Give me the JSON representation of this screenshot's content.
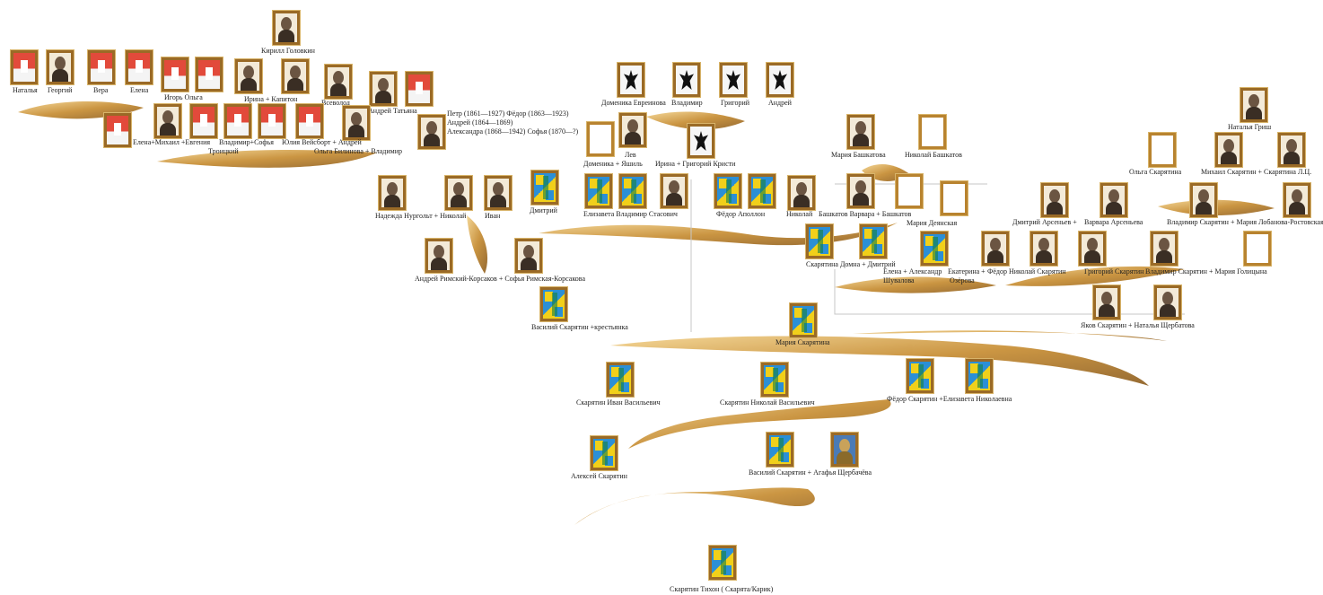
{
  "labels": {
    "kirill": "Кирилл  Головкин",
    "natalya_top": "Наталья",
    "georgy": "Георгий",
    "vera": "Вера",
    "elena_top": "Елена",
    "igor_olga": "Игорь  Ольга",
    "irina_kapiton": "Ирина + Капитон",
    "vsevolod": "Всеволод",
    "andrey_tatyana": "Андрей  Татьяна",
    "elena_mikhail": "Елена+Михаил +Евгения",
    "troitsky": "Троицкий",
    "vladimir_sofya": "Владимир+Софья",
    "yulia_andrey": "Юлия Вейсборт + Андрей",
    "olga_vladimir": "Ольга Билинова + Владимир",
    "children_note": [
      "Петр (1861—1927) Фёдор (1863—1923)",
      "Андрей (1864—1869)",
      "Александра (1868—1942) Софья (1870—?)"
    ],
    "dominika": "Доменика Евреинова",
    "vladimir_top2": "Владимир",
    "grigory_top2": "Григорий",
    "andrey_top2": "Андрей",
    "lev_yashil": "Лев",
    "dominika_yashil": "Доменика + Яшиль",
    "irina_grigory": "Ирина + Григорий  Кристи",
    "maria_bashkatova": "Мария Башкатова",
    "nikolay_bashkatov": "Николай Башкатов",
    "natalya_grish": "Наталья Гриш",
    "olga_skaryatina": "Ольга Скарятина",
    "mikhail_skaryatin": "Михаил Скарятин  +   Скарятина Л.Ц.",
    "nadezhda": "Надежда Нургольт + Николай",
    "ivan_top": "Иван",
    "dmitry_top": "Дмитрий",
    "elizaveta_vladimir": "Елизавета  Владимир Стасович",
    "fedor_apollon": "Фёдор    Аполлон",
    "nikolay_mid": "Николай",
    "bashkatov_varvara": "Башкатов  Варвара + Башкатов",
    "maria_deyanskaya": "Мария Деянская",
    "dmitry_arsenyev": "Дмитрий Арсеньев +",
    "varvara_arsenyeva": "Варвара Арсеньева",
    "vladimir_maria_lob": "Владимир Скарятин + Мария Лобанова-Ростовская",
    "andrey_rimsky": "Андрей Римский-Корсаков + Софья Римская-Корсакова",
    "skaryatina_domna": "Скарятина     Домна + Дмитрий",
    "elena_shuvalova": "Елена + Александр",
    "shuvalova": "Шувалова",
    "ekaterina_ozerova": "Екатерина +",
    "ozerova": "Озёрова",
    "fedor_nikolay": "Фёдор     Николай  Скарятин",
    "grigory_skaryatin": "Григорий Скарятин",
    "vladimir_golitsyna": "Владимир Скарятин +   Мария Голицына",
    "yakov_natalya": "Яков Скарятин + Наталья Щербатова",
    "vasily_krestyanka": "Василий Скарятин +крестьянка",
    "maria_skaryatina": "Мария Скарятина",
    "ivan_vasilievich": "Скарятин Иван Васильевич",
    "nikolay_vasilievich": "Скарятин Николай  Васильевич",
    "fedor_elizaveta": "Фёдор Скарятин +Елизавета Николаевна",
    "aleksey": "Алексей Скарятин",
    "vasily_agafya": "Василий Скарятин + Агафья Щербачёва",
    "tikhon": "Скарятин Тихон ( Скарята/Карик)"
  },
  "icons": {
    "coat_of_arms": "coat-of-arms-icon",
    "city_arms": "city-arms-icon",
    "eagle": "eagle-crest-icon",
    "portrait": "portrait-photo",
    "empty_frame": "empty-frame"
  },
  "colors": {
    "frame_gold": "#9a6a26",
    "ornament_gold": "#c58a2e",
    "ornament_light": "#e8c07a",
    "arms_blue": "#2b8fd6",
    "arms_yellow": "#f1d01a"
  }
}
